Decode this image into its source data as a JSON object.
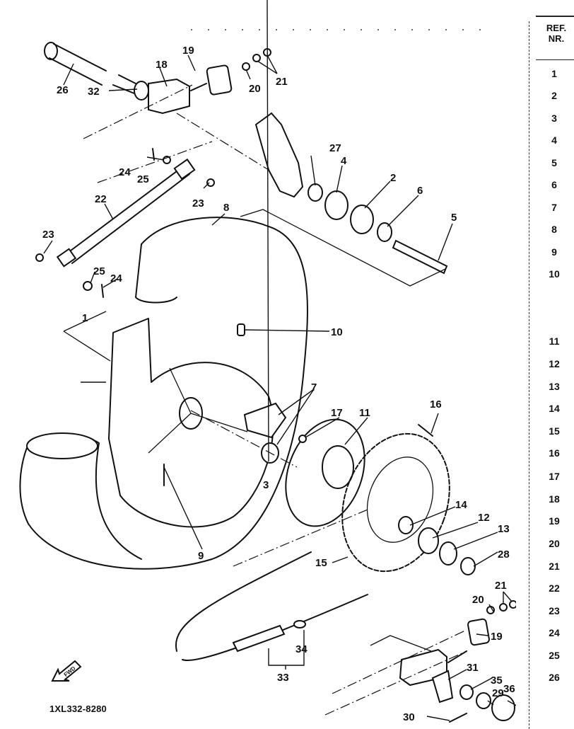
{
  "diagram": {
    "title": "Rear wheel exploded parts diagram",
    "catalog_code": "1XL332-8280",
    "direction_indicator": "FWD",
    "callouts": [
      {
        "id": "c1",
        "label": "1"
      },
      {
        "id": "c2",
        "label": "2"
      },
      {
        "id": "c3",
        "label": "3"
      },
      {
        "id": "c4",
        "label": "4"
      },
      {
        "id": "c5",
        "label": "5"
      },
      {
        "id": "c6",
        "label": "6"
      },
      {
        "id": "c7",
        "label": "7"
      },
      {
        "id": "c8",
        "label": "8"
      },
      {
        "id": "c9",
        "label": "9"
      },
      {
        "id": "c10",
        "label": "10"
      },
      {
        "id": "c11",
        "label": "11"
      },
      {
        "id": "c12",
        "label": "12"
      },
      {
        "id": "c13",
        "label": "13"
      },
      {
        "id": "c14",
        "label": "14"
      },
      {
        "id": "c15",
        "label": "15"
      },
      {
        "id": "c16",
        "label": "16"
      },
      {
        "id": "c17",
        "label": "17"
      },
      {
        "id": "c18",
        "label": "18"
      },
      {
        "id": "c19a",
        "label": "19"
      },
      {
        "id": "c19b",
        "label": "19"
      },
      {
        "id": "c20a",
        "label": "20"
      },
      {
        "id": "c20b",
        "label": "20"
      },
      {
        "id": "c21a",
        "label": "21"
      },
      {
        "id": "c21b",
        "label": "21"
      },
      {
        "id": "c22",
        "label": "22"
      },
      {
        "id": "c23a",
        "label": "23"
      },
      {
        "id": "c23b",
        "label": "23"
      },
      {
        "id": "c24a",
        "label": "24"
      },
      {
        "id": "c24b",
        "label": "24"
      },
      {
        "id": "c25a",
        "label": "25"
      },
      {
        "id": "c25b",
        "label": "25"
      },
      {
        "id": "c26",
        "label": "26"
      },
      {
        "id": "c27",
        "label": "27"
      },
      {
        "id": "c28",
        "label": "28"
      },
      {
        "id": "c29",
        "label": "29"
      },
      {
        "id": "c30",
        "label": "30"
      },
      {
        "id": "c31",
        "label": "31"
      },
      {
        "id": "c32",
        "label": "32"
      },
      {
        "id": "c33",
        "label": "33"
      },
      {
        "id": "c34",
        "label": "34"
      },
      {
        "id": "c35",
        "label": "35"
      },
      {
        "id": "c36",
        "label": "36"
      }
    ]
  },
  "ref_table": {
    "header_line1": "REF.",
    "header_line2": "NR.",
    "rows": [
      "1",
      "2",
      "3",
      "4",
      "5",
      "6",
      "7",
      "8",
      "9",
      "10",
      "11",
      "12",
      "13",
      "14",
      "15",
      "16",
      "17",
      "18",
      "19",
      "20",
      "21",
      "22",
      "23",
      "24",
      "25",
      "26"
    ]
  }
}
